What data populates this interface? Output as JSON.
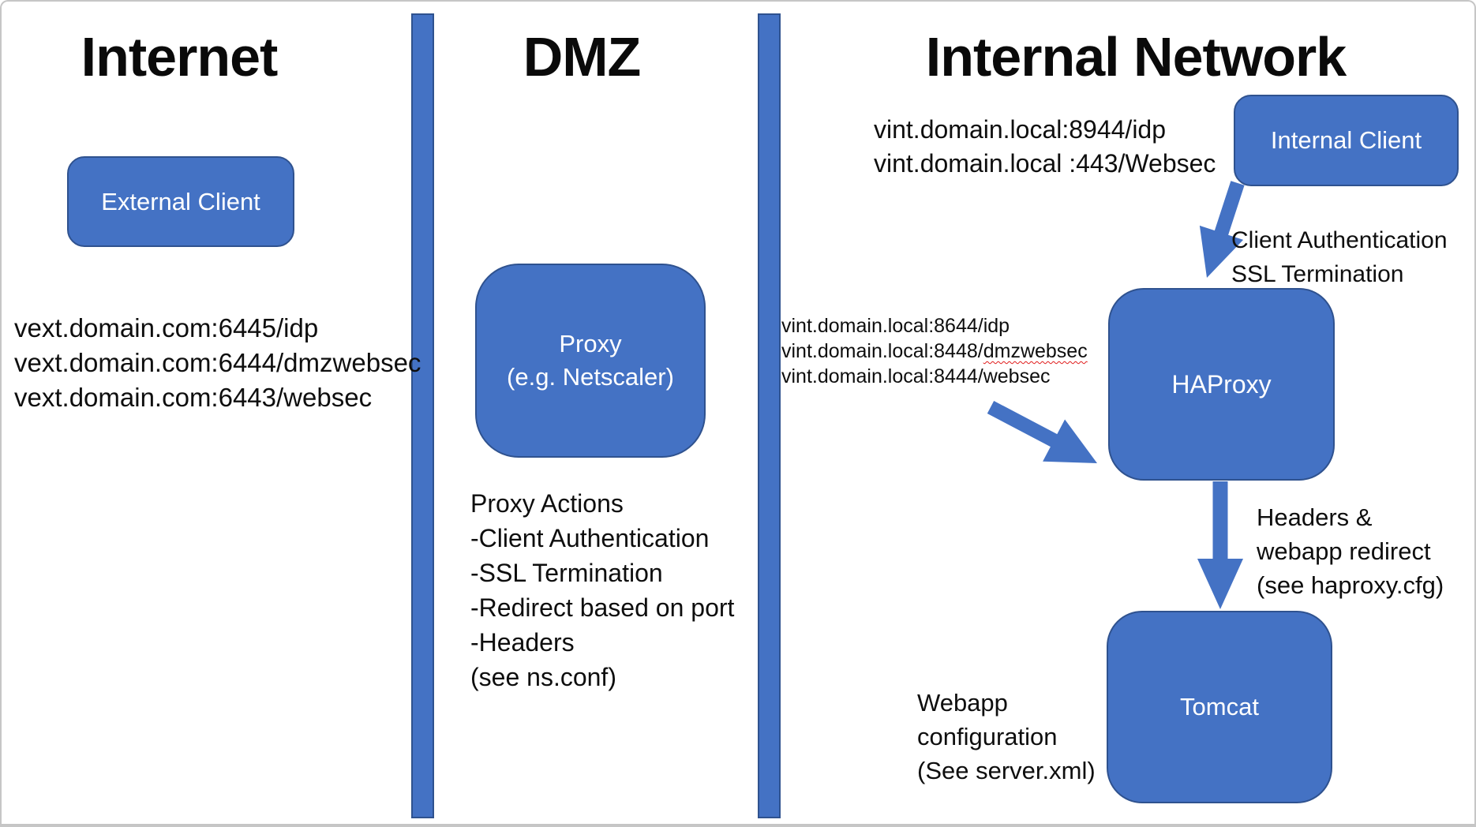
{
  "zones": {
    "internet": {
      "title": "Internet"
    },
    "dmz": {
      "title": "DMZ"
    },
    "internal": {
      "title": "Internal Network"
    }
  },
  "nodes": {
    "external_client": {
      "label": "External Client"
    },
    "proxy": {
      "label_line1": "Proxy",
      "label_line2": "(e.g. Netscaler)"
    },
    "internal_client": {
      "label": "Internal Client"
    },
    "haproxy": {
      "label": "HAProxy"
    },
    "tomcat": {
      "label": "Tomcat"
    }
  },
  "annotations": {
    "vext_endpoints": {
      "lines": [
        "vext.domain.com:6445/idp",
        "vext.domain.com:6444/dmzwebsec",
        "vext.domain.com:6443/websec"
      ]
    },
    "proxy_actions": {
      "lines": [
        "Proxy Actions",
        "-Client Authentication",
        "-SSL Termination",
        "-Redirect based on port",
        "-Headers",
        "(see ns.conf)"
      ]
    },
    "vint_client_endpoints": {
      "lines": [
        "vint.domain.local:8944/idp",
        "vint.domain.local :443/Websec"
      ]
    },
    "client_auth": {
      "lines": [
        "Client Authentication",
        "SSL Termination"
      ]
    },
    "vint_haproxy_endpoints": {
      "line1": "vint.domain.local:8644/idp",
      "line2_prefix": "vint.domain.local:8448/",
      "line2_flagged": "dmzwebsec",
      "line3": "vint.domain.local:8444/websec"
    },
    "headers_redirect": {
      "lines": [
        "Headers &",
        "webapp redirect",
        "(see haproxy.cfg)"
      ]
    },
    "webapp_config": {
      "lines": [
        "Webapp",
        "configuration",
        "(See server.xml)"
      ]
    }
  },
  "colors": {
    "shape_fill": "#4472C4",
    "shape_border": "#2F528F",
    "shape_text": "#FFFFFF",
    "spellcheck_squiggle": "#E01B1B"
  }
}
